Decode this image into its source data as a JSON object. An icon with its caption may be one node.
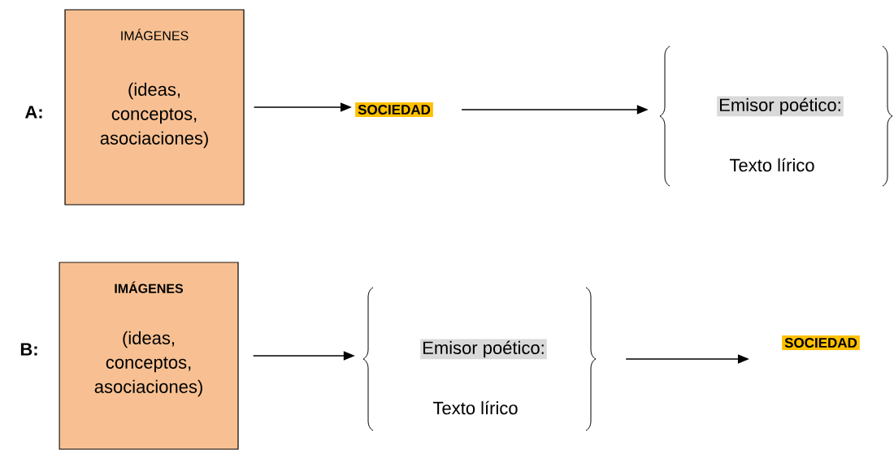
{
  "diagram": {
    "nodes": [
      {
        "text": [
          "IMÁGENES",
          "(ideas, conceptos, asociaciones)"
        ]
      },
      {
        "text": [
          "SOCIEDAD"
        ]
      },
      {
        "text": [
          "Emisor poético:",
          "Texto lírico"
        ]
      },
      {
        "text": [
          "IMÁGENES",
          "(ideas, conceptos, asociaciones)"
        ]
      },
      {
        "text": [
          "Emisor poético:",
          "Texto lírico"
        ]
      },
      {
        "text": [
          "SOCIEDAD"
        ]
      }
    ],
    "edges": [
      {
        "from": 0,
        "to": 1,
        "arrow": "to"
      },
      {
        "from": 1,
        "to": 2,
        "arrow": "to"
      },
      {
        "from": 3,
        "to": 4,
        "arrow": "to"
      },
      {
        "from": 4,
        "to": 5,
        "arrow": "to"
      }
    ],
    "labels": [
      "A:",
      "B:"
    ]
  }
}
